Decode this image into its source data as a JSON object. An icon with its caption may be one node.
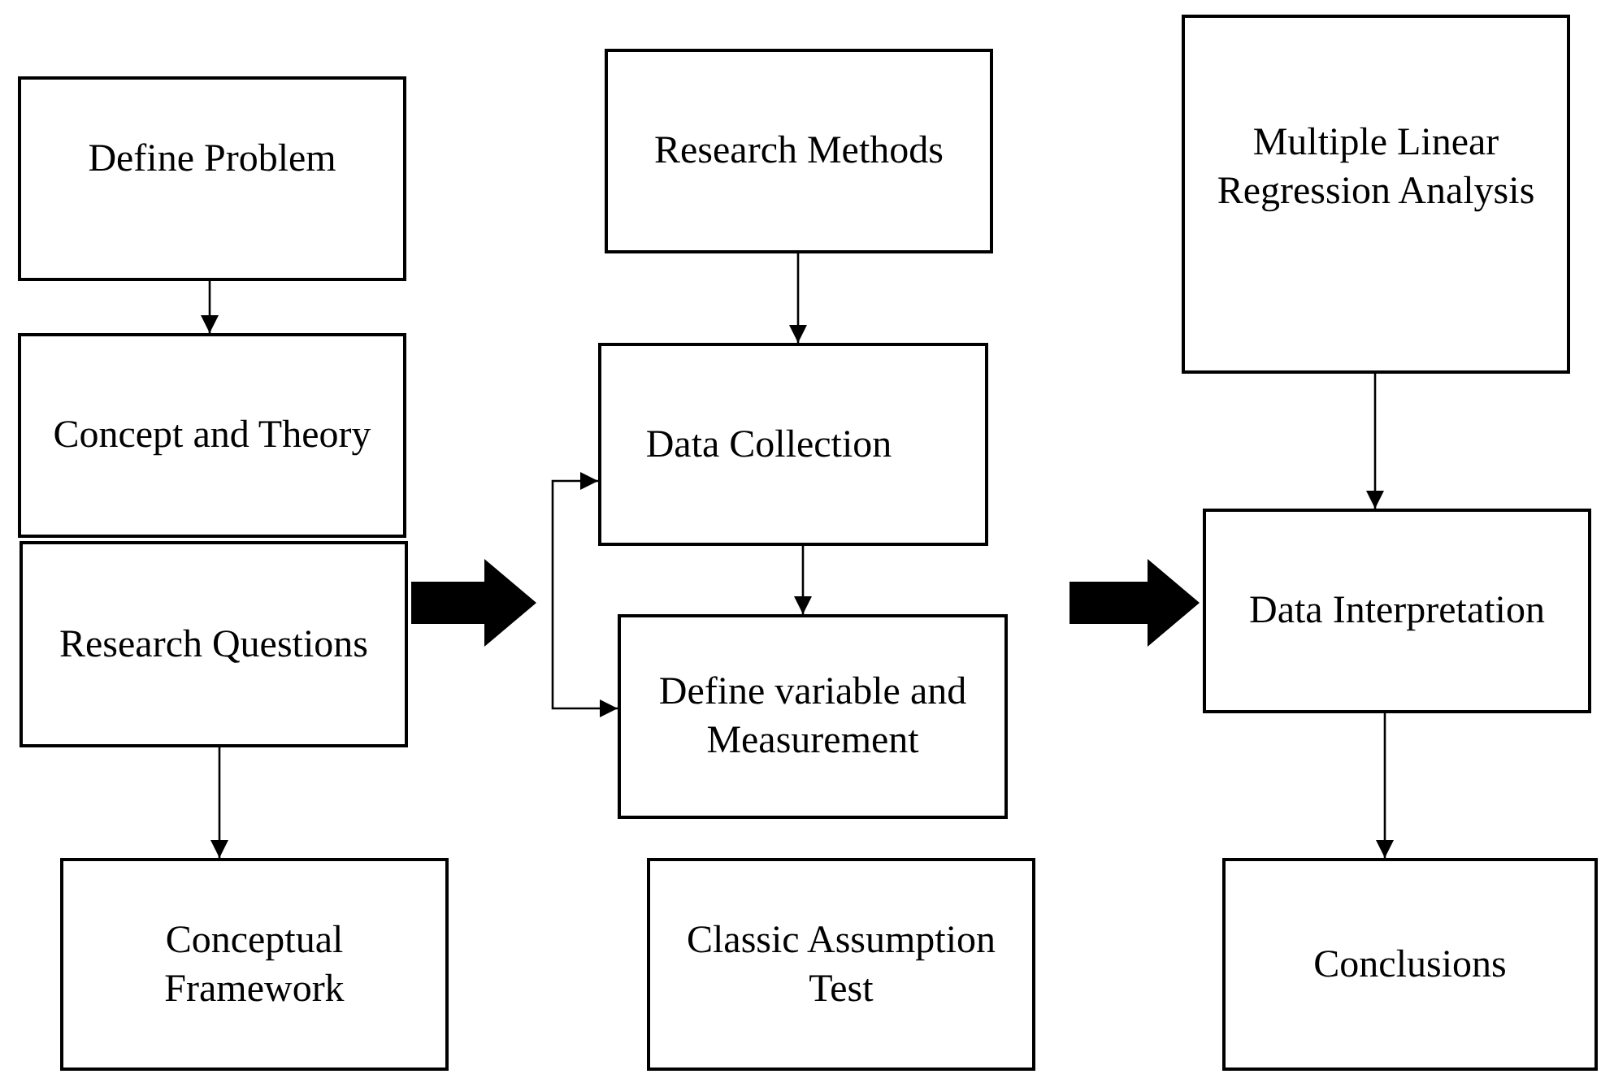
{
  "diagram": {
    "nodes": [
      {
        "text": [
          "Define Problem"
        ]
      },
      {
        "text": [
          "Concept and Theory"
        ]
      },
      {
        "text": [
          "Research Questions"
        ]
      },
      {
        "text": [
          "Conceptual Framework"
        ]
      },
      {
        "text": [
          "Research Methods"
        ]
      },
      {
        "text": [
          "Data Collection"
        ]
      },
      {
        "text": [
          "Define variable and Measurement"
        ]
      },
      {
        "text": [
          "Classic Assumption Test"
        ]
      },
      {
        "text": [
          "Multiple Linear Regression Analysis"
        ]
      },
      {
        "text": [
          "Data Interpretation"
        ]
      },
      {
        "text": [
          "Conclusions"
        ]
      }
    ],
    "edges": [
      {
        "from": 0,
        "to": 1,
        "arrow": "to"
      },
      {
        "from": 2,
        "to": 3,
        "arrow": "to"
      },
      {
        "from": 2,
        "to": null,
        "arrow": "to",
        "style": "thick"
      },
      {
        "from": null,
        "to": 5,
        "arrow": "to"
      },
      {
        "from": null,
        "to": 6,
        "arrow": "to"
      },
      {
        "from": 4,
        "to": 5,
        "arrow": "to"
      },
      {
        "from": 5,
        "to": 6,
        "arrow": "to"
      },
      {
        "from": null,
        "to": 9,
        "arrow": "to",
        "style": "thick"
      },
      {
        "from": 8,
        "to": 9,
        "arrow": "to"
      },
      {
        "from": 9,
        "to": 10,
        "arrow": "to"
      }
    ]
  }
}
